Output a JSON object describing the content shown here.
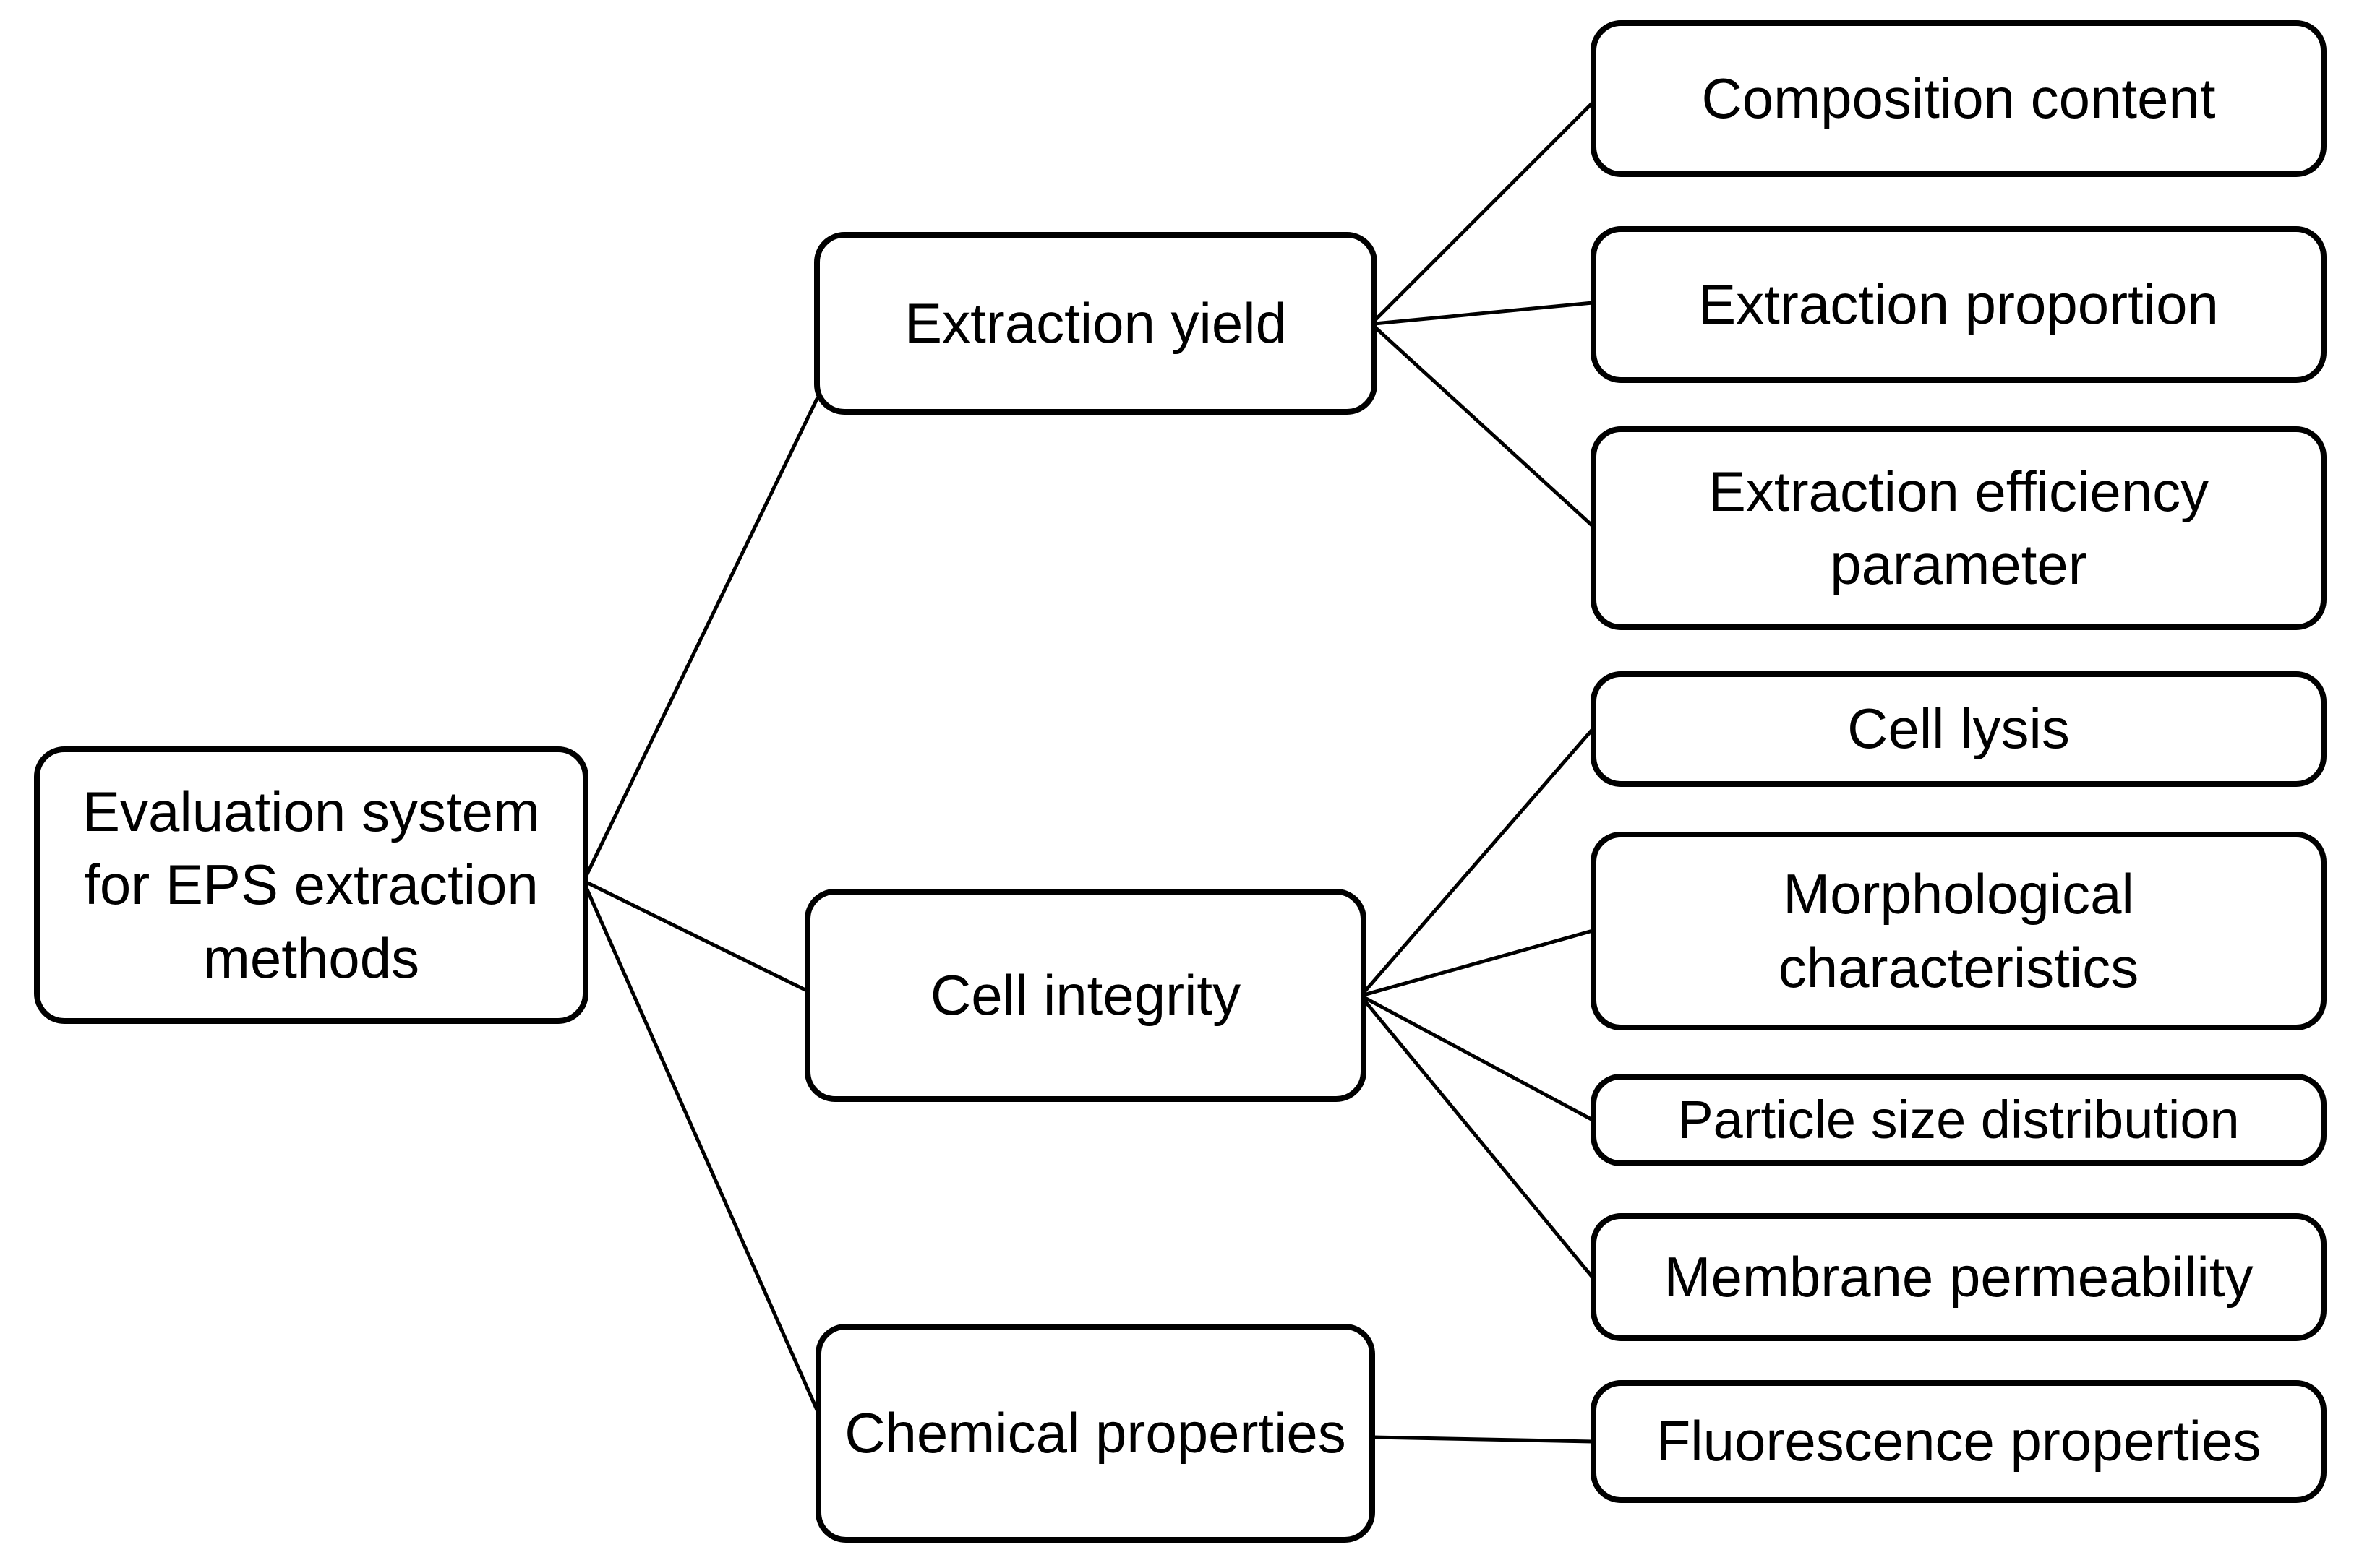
{
  "diagram": {
    "type": "tree",
    "background_color": "#ffffff",
    "node_border_color": "#000000",
    "node_fill_color": "#ffffff",
    "text_color": "#000000",
    "connector_color": "#000000",
    "root": {
      "label": "Evaluation system for EPS extraction methods"
    },
    "branches": [
      {
        "label": "Extraction yield",
        "children": [
          {
            "label": "Composition content"
          },
          {
            "label": "Extraction proportion"
          },
          {
            "label": "Extraction efficiency parameter"
          }
        ]
      },
      {
        "label": "Cell integrity",
        "children": [
          {
            "label": "Cell lysis"
          },
          {
            "label": "Morphological characteristics"
          },
          {
            "label": "Particle size distribution"
          },
          {
            "label": "Membrane permeability"
          }
        ]
      },
      {
        "label": "Chemical properties",
        "children": [
          {
            "label": "Fluorescence properties"
          }
        ]
      }
    ]
  }
}
